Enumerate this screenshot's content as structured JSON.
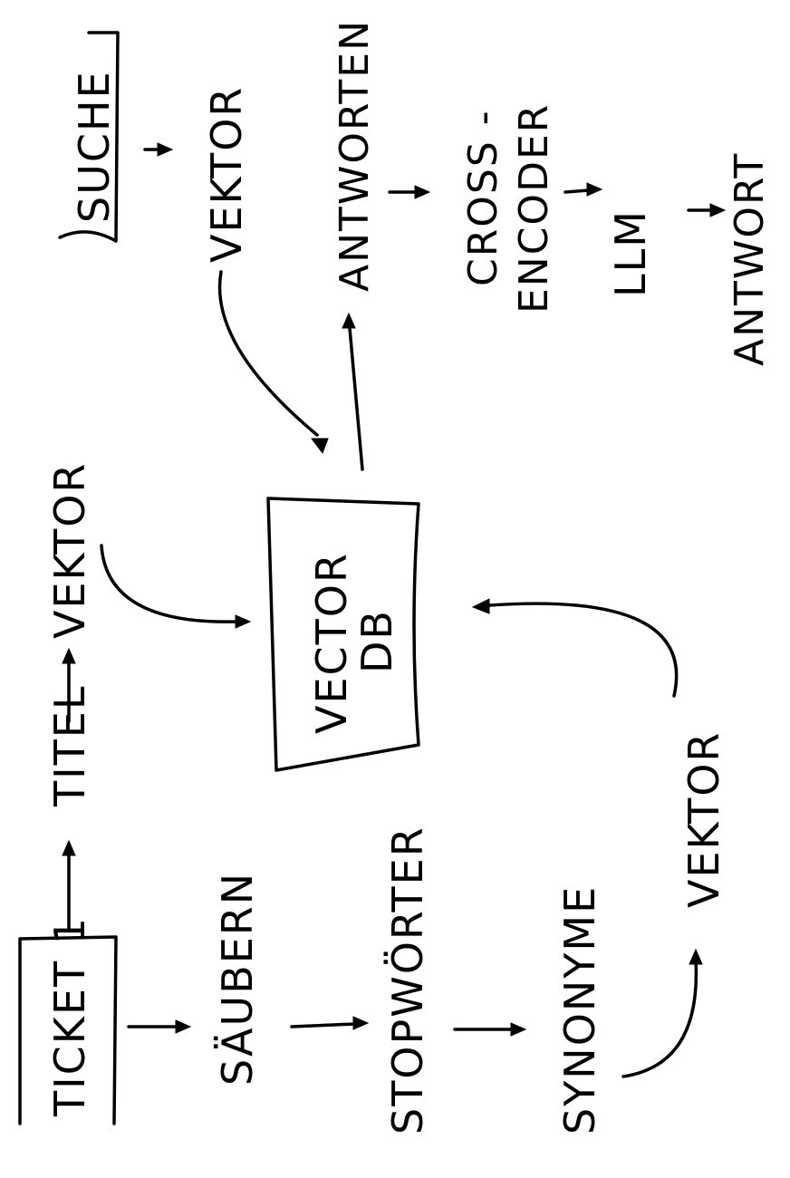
{
  "nodes": {
    "ticket": "TICKET 1",
    "titel": "TITEL",
    "vektor_titel": "VEKTOR",
    "saeubern": "SÄUBERN",
    "stopwords": "STOPWÖRTER",
    "synonyme": "SYNONYME",
    "vektor_synonyme": "VEKTOR",
    "vector_db_line1": "VECTOR",
    "vector_db_line2": "DB",
    "suche": "SUCHE",
    "vektor_suche": "VEKTOR",
    "antworten": "ANTWORTEN",
    "cross_encoder_line1": "CROSS -",
    "cross_encoder_line2": "ENCODER",
    "llm": "LLM",
    "antwort": "ANTWORT"
  }
}
